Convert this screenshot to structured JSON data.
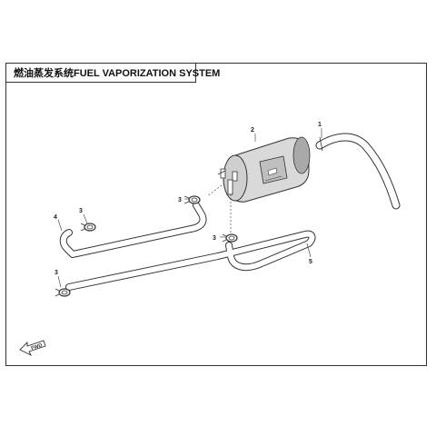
{
  "title": "燃油蒸发系统FUEL VAPORIZATION SYSTEM",
  "callouts": {
    "part1": "1",
    "part2": "2",
    "part3_a": "3",
    "part3_b": "3",
    "part3_c": "3",
    "part3_d": "3",
    "part4": "4",
    "part5": "5"
  },
  "direction_marker": "FWD",
  "colors": {
    "line": "#333333",
    "hose_fill": "#ffffff",
    "canister_fill": "#d9d9d9",
    "canister_shade": "#a9a9a9"
  }
}
